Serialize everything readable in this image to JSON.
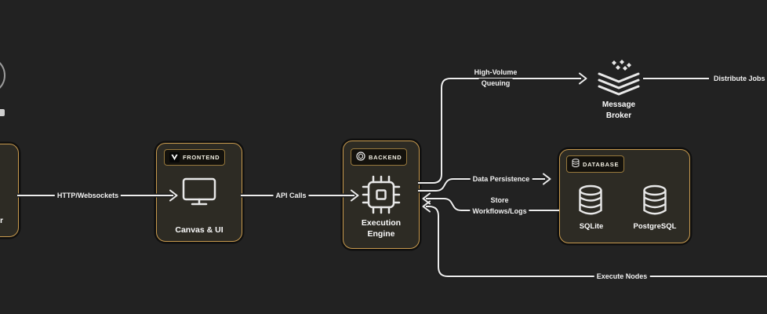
{
  "diagram": {
    "colors": {
      "background": "#222222",
      "group_fill": "#2d2b24",
      "accent_border": "#c89a4e",
      "line": "#ececec",
      "text": "#fafafa"
    },
    "groups": {
      "user_partial": {
        "label_fragment": "r"
      },
      "frontend": {
        "badge": "FRONTEND",
        "badge_icon": "v-logo-icon",
        "node_icon": "monitor-icon",
        "node_label": "Canvas & UI"
      },
      "backend": {
        "badge": "BACKEND",
        "badge_icon": "hexagon-circle-icon",
        "node_icon": "cpu-icon",
        "node_label_line1": "Execution",
        "node_label_line2": "Engine"
      },
      "database": {
        "badge": "DATABASE",
        "badge_icon": "database-icon",
        "nodes": [
          {
            "icon": "database-cylinder-icon",
            "label": "SQLite"
          },
          {
            "icon": "database-cylinder-icon",
            "label": "PostgreSQL"
          }
        ]
      }
    },
    "nodes": {
      "message_broker": {
        "icon": "layers-stack-icon",
        "label_line1": "Message",
        "label_line2": "Broker"
      }
    },
    "edges": {
      "http": {
        "label": "HTTP/Websockets"
      },
      "api": {
        "label": "API Calls"
      },
      "queue": {
        "label_line1": "High-Volume",
        "label_line2": "Queuing"
      },
      "persist": {
        "label": "Data Persistence"
      },
      "store": {
        "label_line1": "Store",
        "label_line2": "Workflows/Logs"
      },
      "execute": {
        "label": "Execute Nodes"
      },
      "distribute": {
        "label": "Distribute Jobs"
      }
    }
  }
}
